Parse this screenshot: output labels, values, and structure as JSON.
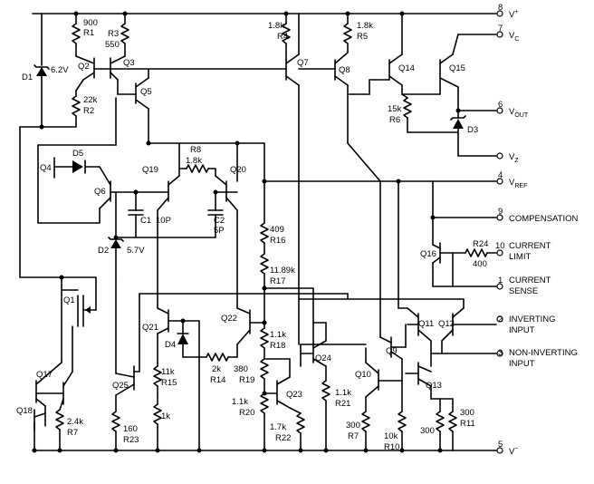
{
  "pins": {
    "p8": {
      "num": "8",
      "name": "V",
      "sup": "+"
    },
    "p7": {
      "num": "7",
      "name": "V",
      "sub": "C"
    },
    "p6": {
      "num": "6",
      "name": "V",
      "sub": "OUT"
    },
    "pz": {
      "name": "V",
      "sub": "Z"
    },
    "p4": {
      "num": "4",
      "name": "V",
      "sub": "REF"
    },
    "p9": {
      "num": "9",
      "name": "COMPENSATION"
    },
    "p10": {
      "num": "10",
      "line1": "CURRENT",
      "line2": "LIMIT"
    },
    "p1": {
      "num": "1",
      "line1": "CURRENT",
      "line2": "SENSE"
    },
    "p2": {
      "num": "2",
      "line1": "INVERTING",
      "line2": "INPUT"
    },
    "p3": {
      "num": "3",
      "line1": "NON-INVERTING",
      "line2": "INPUT"
    },
    "p5": {
      "num": "5",
      "name": "V",
      "sup": "−"
    }
  },
  "components": {
    "r1": {
      "value": "900",
      "ref": "R1"
    },
    "r3": {
      "ref": "R3",
      "value": "550"
    },
    "r2": {
      "value": "22k",
      "ref": "R2"
    },
    "r4": {
      "value": "1.8k",
      "ref": "R4"
    },
    "r5": {
      "value": "1.8k",
      "ref": "R5"
    },
    "r6": {
      "value": "15k",
      "ref": "R6"
    },
    "r8": {
      "ref": "R8",
      "value": "1.8k"
    },
    "r16": {
      "value": "409",
      "ref": "R16"
    },
    "r17": {
      "value": "11.89k",
      "ref": "R17"
    },
    "r18": {
      "value": "1.1k",
      "ref": "R18"
    },
    "r19": {
      "value": "380",
      "ref": "R19"
    },
    "r20": {
      "value": "1.1k",
      "ref": "R20"
    },
    "r21": {
      "value": "1.1k",
      "ref": "R21"
    },
    "r22": {
      "value": "1.7k",
      "ref": "R22"
    },
    "r14": {
      "value": "2k",
      "ref": "R14"
    },
    "r15": {
      "value": "11k",
      "ref": "R15"
    },
    "r15b": {
      "value": "1k"
    },
    "r23": {
      "value": "160",
      "ref": "R23"
    },
    "r7a": {
      "value": "2.4k",
      "ref": "R7"
    },
    "r7b": {
      "value": "300",
      "ref": "R7"
    },
    "r10": {
      "value": "10k",
      "ref": "R10"
    },
    "r11": {
      "value": "300",
      "ref": "R11"
    },
    "r11b": {
      "value": "300"
    },
    "r24": {
      "ref": "R24",
      "value": "400"
    },
    "c1": {
      "ref": "C1",
      "value": "10P"
    },
    "c2": {
      "ref": "C2",
      "value": "5P"
    },
    "d1": {
      "ref": "D1",
      "value": "6.2V"
    },
    "d2": {
      "ref": "D2",
      "value": "5.7V"
    },
    "d3": {
      "ref": "D3"
    },
    "d4": {
      "ref": "D4"
    },
    "d5": {
      "ref": "D5"
    },
    "q": [
      "Q1",
      "Q2",
      "Q3",
      "Q4",
      "Q5",
      "Q6",
      "Q7",
      "Q8",
      "Q9",
      "Q10",
      "Q11",
      "Q12",
      "Q13",
      "Q14",
      "Q15",
      "Q16",
      "Q17",
      "Q18",
      "Q19",
      "Q20",
      "Q21",
      "Q22",
      "Q23",
      "Q24",
      "Q25"
    ]
  }
}
